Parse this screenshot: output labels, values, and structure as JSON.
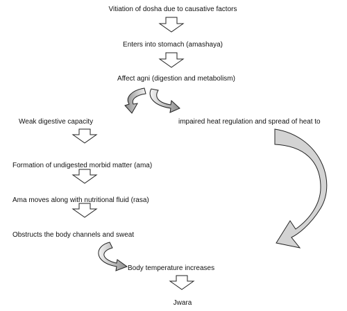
{
  "steps": {
    "vitiation": "Vitiation of dosha due to causative factors",
    "stomach": "Enters into stomach (amashaya)",
    "agni": "Affect agni (digestion and metabolism)",
    "weak_digestive": "Weak digestive capacity",
    "impaired_heat": "impaired heat regulation and spread of heat to",
    "ama_formation": "Formation of undigested morbid matter (ama)",
    "ama_moves": "Ama moves along with nutritional fluid (rasa)",
    "obstructs": "Obstructs the body channels and  sweat",
    "body_temp": "Body temperature increases",
    "jwara": "Jwara"
  },
  "colors": {
    "arrow_fill": "#ffffff",
    "curved_arrow_gradient_dark": "#8c8c8c",
    "curved_arrow_gradient_light": "#f4f4f4",
    "big_arrow_fill": "#d3d3d3",
    "stroke": "#222222"
  }
}
